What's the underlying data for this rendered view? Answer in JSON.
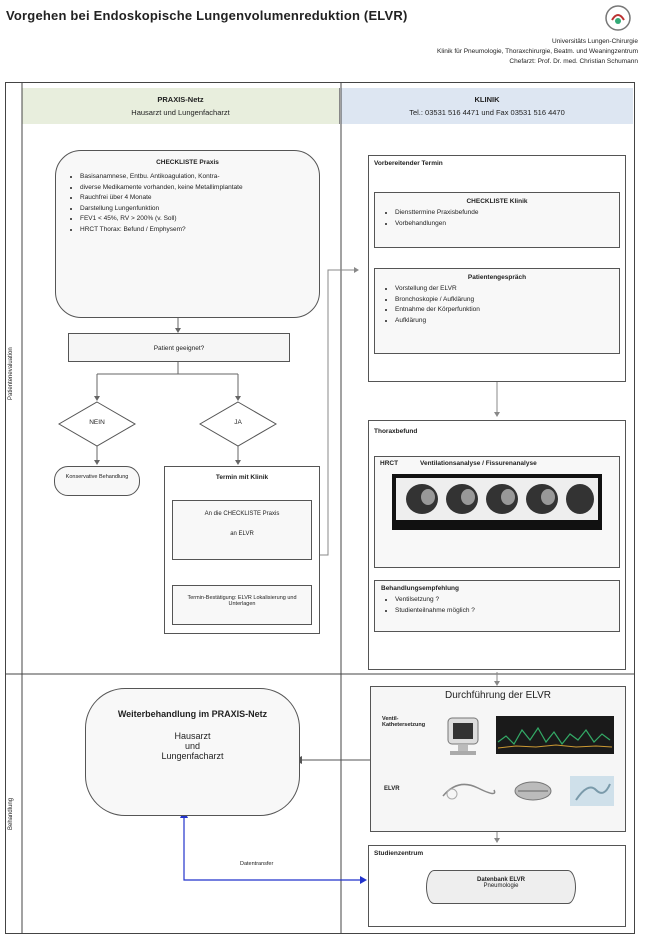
{
  "title": "Vorgehen bei Endoskopische Lungenvolumenreduktion (ELVR)",
  "header": {
    "line1": "Universitäts Lungen-Chirurgie",
    "line2": "Klinik für Pneumologie, Thoraxchirurgie, Beatm. und Weaningzentrum",
    "line3": "Chefarzt: Prof. Dr. med. Christian Schumann"
  },
  "lanes": {
    "praxis": {
      "title": "PRAXIS-Netz",
      "subtitle": "Hausarzt und Lungenfacharzt"
    },
    "klinik": {
      "title": "KLINIK",
      "subtitle": "Tel.: 03531 516 4471 und Fax 03531 516 4470"
    }
  },
  "side_labels": {
    "top": "Patientenevaluation",
    "bottom": "Behandlung"
  },
  "praxis": {
    "checklist_title": "CHECKLISTE Praxis",
    "checklist_items": [
      "Basisanamnese, Entbu. Antikoagulation, Kontra-",
      "diverse Medikamente vorhanden, keine Metallimplantate",
      "Rauchfrei über 4 Monate",
      "Darstellung Lungenfunktion",
      "FEV1 < 45%, RV > 200% (v. Soll)",
      "HRCT Thorax: Befund / Emphysem?"
    ],
    "decision": "Patient geeignet?",
    "no": "NEIN",
    "yes": "JA",
    "no_result": "Konservative Behandlung",
    "appointment_title": "Termin mit Klinik",
    "send_doc": "An die CHECKLISTE Praxis",
    "send_doc2": "an ELVR",
    "confirm_doc": "Termin-Bestätigung: ELVR Lokalisierung und Unterlagen",
    "followup_title": "Weiterbehandlung im PRAXIS-Netz",
    "followup_l1": "Hausarzt",
    "followup_l2": "und",
    "followup_l3": "Lungenfacharzt"
  },
  "klinik": {
    "pre_title": "Vorbereitender Termin",
    "checklist_title": "CHECKLISTE Klinik",
    "checklist_items": [
      "Diensttermine Praxisbefunde",
      "Vorbehandlungen"
    ],
    "consult_title": "Patientengespräch",
    "consult_items": [
      "Vorstellung der ELVR",
      "Bronchoskopie / Aufklärung",
      "Entnahme der Körperfunktion",
      "Aufklärung"
    ],
    "thorax_title": "Thoraxbefund",
    "thorax_label": "HRCT",
    "thorax_analysis": "Ventilationsanalyse / Fissurenanalyse",
    "decision_title": "Behandlungsempfehlung",
    "decision_items": [
      "Ventilsetzung ?",
      "Studienteilnahme möglich ?"
    ],
    "procedure_title": "Durchführung der ELVR",
    "procedure_label1": "Ventil-Kathetersetzung",
    "procedure_label2": "ELVR",
    "study_title": "Studienzentrum",
    "study_db1": "Datenbank ELVR",
    "study_db2": "Pneumologie",
    "return_label": "Datentransfer"
  },
  "colors": {
    "praxis_bg": "#e8eedd",
    "klinik_bg": "#dde6f2",
    "blue_line": "#2233cc"
  }
}
